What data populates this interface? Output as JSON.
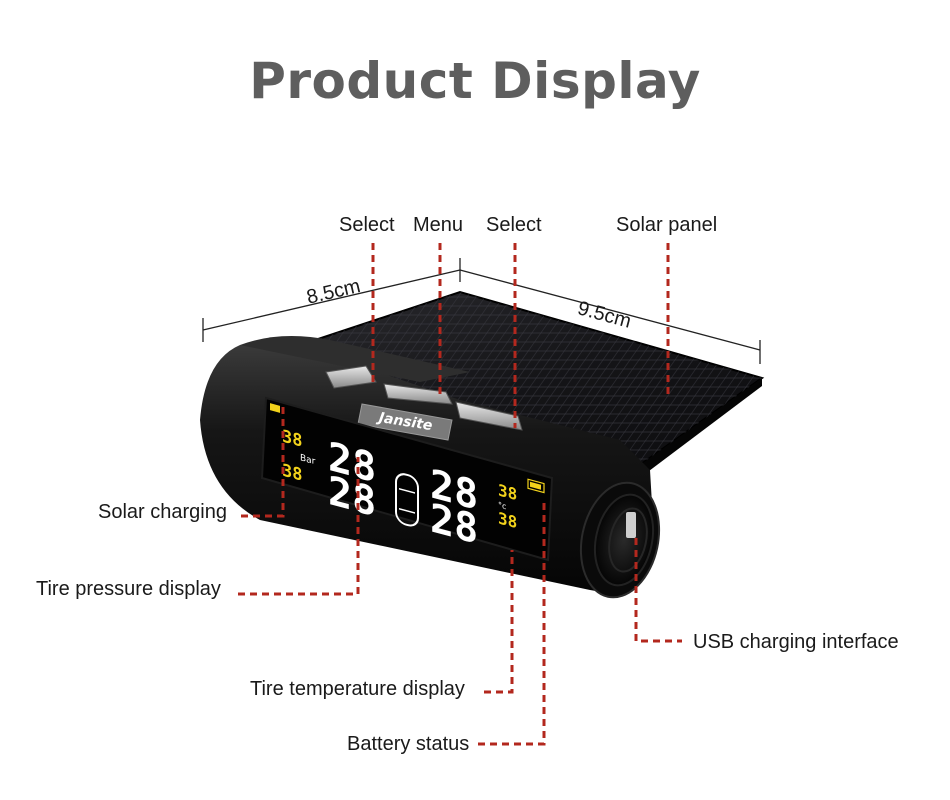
{
  "title": "Product Display",
  "brand": "Jansite",
  "dimensions": {
    "width": "8.5cm",
    "depth": "9.5cm"
  },
  "callouts": {
    "select_left": "Select",
    "menu": "Menu",
    "select_right": "Select",
    "solar_panel": "Solar panel",
    "solar_charging": "Solar charging",
    "tire_pressure": "Tire pressure display",
    "tire_temperature": "Tire temperature display",
    "battery_status": "Battery status",
    "usb": "USB charging interface"
  },
  "lcd": {
    "left_small_top": "38",
    "left_small_bottom": "38",
    "unit_pressure": "Bar",
    "big_left_top": "28",
    "big_left_bottom": "28",
    "big_right_top": "28",
    "big_right_bottom": "28",
    "right_small_top": "38",
    "right_small_bottom": "38",
    "unit_temp": "°c"
  },
  "colors": {
    "callout_line": "#b3281e",
    "title": "#5e5e5e",
    "lcd_yellow": "#f2d21b"
  }
}
